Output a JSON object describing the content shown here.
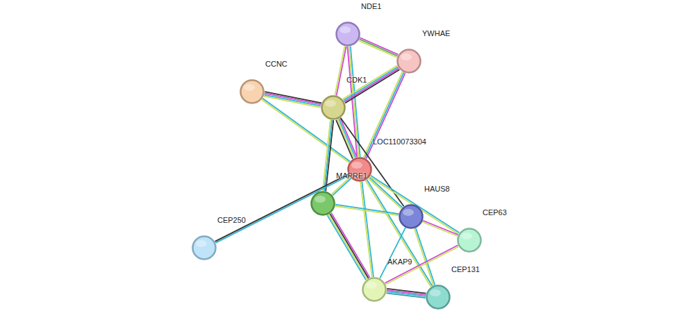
{
  "diagram": {
    "nodes": [
      {
        "text": [
          "NDE1"
        ]
      },
      {
        "text": [
          "YWHAE"
        ]
      },
      {
        "text": [
          "CCNC"
        ]
      },
      {
        "text": [
          "CDK1"
        ]
      },
      {
        "text": [
          "LOC110073304"
        ]
      },
      {
        "text": [
          "MAPRE1"
        ]
      },
      {
        "text": [
          "HAUS8"
        ]
      },
      {
        "text": [
          "CEP63"
        ]
      },
      {
        "text": [
          "CEP250"
        ]
      },
      {
        "text": [
          "AKAP9"
        ]
      },
      {
        "text": [
          "CEP131"
        ]
      }
    ],
    "edges": [
      {
        "from": 0,
        "to": 1,
        "arrow": "none"
      },
      {
        "from": 0,
        "to": 3,
        "arrow": "none"
      },
      {
        "from": 0,
        "to": 4,
        "arrow": "none"
      },
      {
        "from": 1,
        "to": 3,
        "arrow": "none"
      },
      {
        "from": 1,
        "to": 4,
        "arrow": "none"
      },
      {
        "from": 2,
        "to": 3,
        "arrow": "none"
      },
      {
        "from": 2,
        "to": 4,
        "arrow": "none"
      },
      {
        "from": 3,
        "to": 4,
        "arrow": "none"
      },
      {
        "from": 3,
        "to": 5,
        "arrow": "none"
      },
      {
        "from": 3,
        "to": 6,
        "arrow": "none"
      },
      {
        "from": 4,
        "to": 5,
        "arrow": "none"
      },
      {
        "from": 4,
        "to": 6,
        "arrow": "none"
      },
      {
        "from": 4,
        "to": 7,
        "arrow": "none"
      },
      {
        "from": 4,
        "to": 9,
        "arrow": "none"
      },
      {
        "from": 4,
        "to": 10,
        "arrow": "none"
      },
      {
        "from": 4,
        "to": 8,
        "arrow": "none"
      },
      {
        "from": 5,
        "to": 6,
        "arrow": "none"
      },
      {
        "from": 5,
        "to": 9,
        "arrow": "none"
      },
      {
        "from": 6,
        "to": 7,
        "arrow": "none"
      },
      {
        "from": 6,
        "to": 9,
        "arrow": "none"
      },
      {
        "from": 6,
        "to": 10,
        "arrow": "none"
      },
      {
        "from": 9,
        "to": 10,
        "arrow": "none"
      },
      {
        "from": 9,
        "to": 7,
        "arrow": "none"
      }
    ]
  }
}
